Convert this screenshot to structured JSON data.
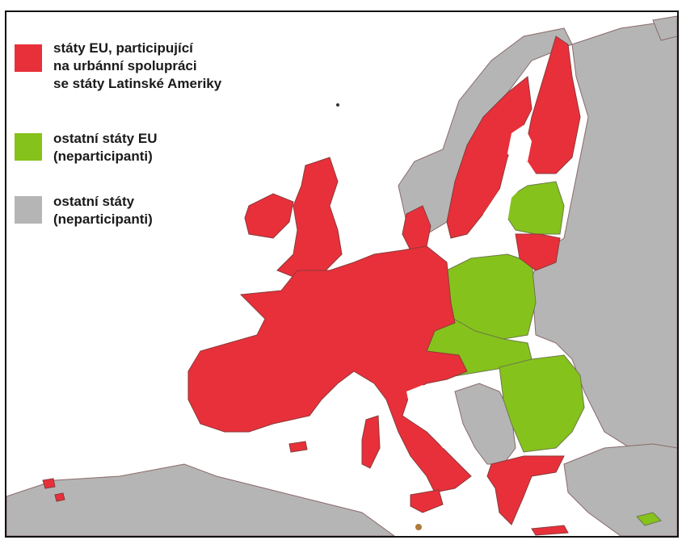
{
  "map": {
    "colors": {
      "participating": "#e8303a",
      "other_eu": "#86c21c",
      "non_eu": "#b5b5b5",
      "sea": "#ffffff",
      "border": "#8a6a6a"
    }
  },
  "legend": {
    "items": [
      {
        "key": "participating",
        "color": "#e8303a",
        "lines": [
          "státy EU, participující",
          "na urbánní spolupráci",
          "se státy Latinské Ameriky"
        ]
      },
      {
        "key": "other_eu",
        "color": "#86c21c",
        "lines": [
          "ostatní státy EU",
          "(neparticipanti)"
        ]
      },
      {
        "key": "non_eu",
        "color": "#b5b5b5",
        "lines": [
          "ostatní státy",
          "(neparticipanti)"
        ]
      }
    ]
  }
}
